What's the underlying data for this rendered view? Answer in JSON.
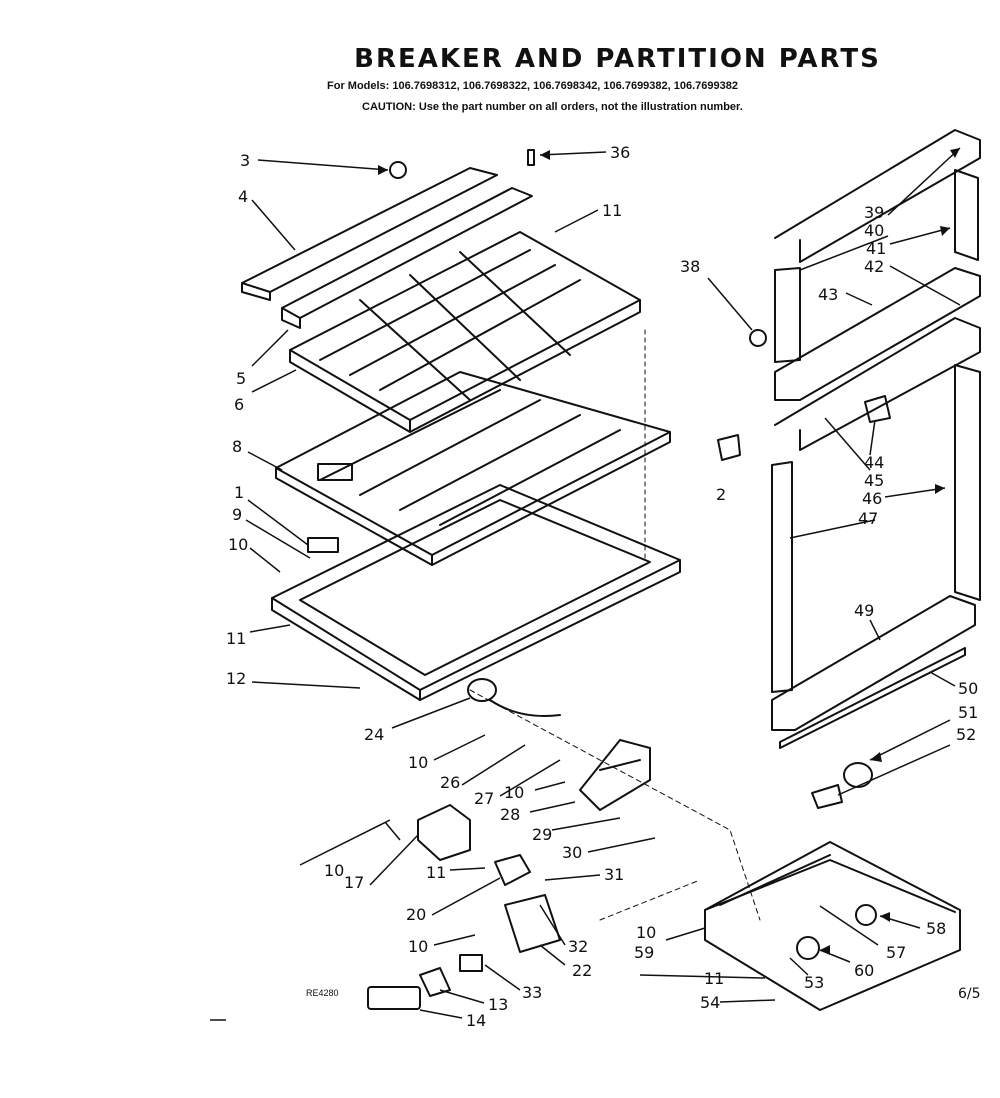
{
  "header": {
    "title": "BREAKER AND PARTITION PARTS",
    "models": "For Models: 106.7698312, 106.7698322, 106.7698342, 106.7699382, 106.7699382",
    "caution": "CAUTION: Use the part number on all orders, not the illustration number."
  },
  "footer": {
    "drawing_code": "RE4280",
    "page_mark": "6/5"
  },
  "part_labels": [
    "1",
    "2",
    "3",
    "4",
    "5",
    "6",
    "8",
    "9",
    "10",
    "11",
    "12",
    "13",
    "14",
    "17",
    "20",
    "22",
    "24",
    "26",
    "27",
    "28",
    "29",
    "30",
    "31",
    "32",
    "33",
    "36",
    "38",
    "39",
    "40",
    "41",
    "42",
    "43",
    "44",
    "45",
    "46",
    "47",
    "49",
    "50",
    "51",
    "52",
    "53",
    "54",
    "57",
    "58",
    "59",
    "60"
  ]
}
